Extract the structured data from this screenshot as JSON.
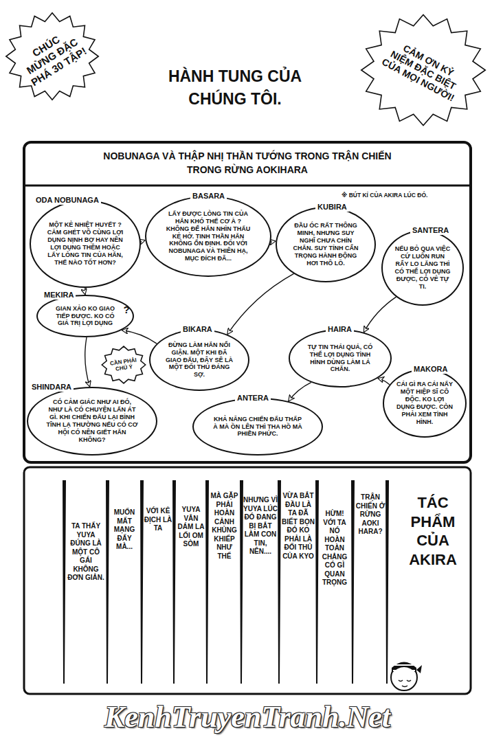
{
  "diagram": {
    "title": "HÀNH TUNG CỦA CHÚNG TÔI.",
    "nodes": [
      {
        "text": [
          "CHÚC MỪNG ĐẶC PHÁ 30 TẬP!"
        ]
      },
      {
        "text": [
          "CẢM ƠN KỶ NIỆM ĐẶC BIỆT CỦA MỌI NGƯỜI!"
        ]
      },
      {
        "text": [
          "NOBUNAGA VÀ THẬP NHỊ THẦN TƯỚNG TRONG TRẬN CHIẾN TRONG RỪNG AOKIHARA",
          "※ BÚT KÍ CỦA AKIRA LÚC ĐÓ."
        ]
      },
      {
        "text": [
          "ODA NOBUNAGA",
          "MỘT KẺ NHIỆT HUYẾT ? CĂM GHÉT VÔ CÙNG LỢI DỤNG NỊNH BỢ HAY NÊN LỢI DỤNG THÊM HOẶC LẤY LÒNG TIN CỦA HẮN, THẾ NÀO TỐT HƠN?"
        ],
        "in": 2
      },
      {
        "text": [
          "BASARA",
          "LẤY ĐƯỢC LÒNG TIN CỦA HẮN KHÓ THẾ CƠ À ? KHÔNG ĐỂ HẮN NHÌN THẤU KẺ HỞ. TINH THẦN HẮN KHÔNG ỔN ĐỊNH. ĐỐI VỚI NOBUNAGA VÀ THIÊN HẠ, MỤC ĐÍCH ĐÃ..."
        ],
        "in": 2
      },
      {
        "text": [
          "KUBIRA",
          "ĐẦU ÓC RẤT THÔNG MINH, NHƯNG SUY NGHĨ CHƯA CHÍN CHẮN. SUY TÍNH CẨN TRỌNG HÀNH ĐỘNG HƠI THÔ LỖ."
        ],
        "in": 2
      },
      {
        "text": [
          "SANTERA",
          "NẾU BỎ QUA VIỆC CỨ LUÔN RUN RẨY LO LẮNG THÌ CÓ THỂ LỢI DỤNG ĐƯỢC, CÓ VẺ TỰ TI."
        ],
        "in": 2
      },
      {
        "text": [
          "MEKIRA",
          "GIAN XẢO KO GIAO TIẾP ĐƯỢC. KO CÓ GIÁ TRỊ LỢI DỤNG"
        ],
        "in": 2
      },
      {
        "text": [
          "BIKARA",
          "ĐỪNG LÀM HẮN NỔI GIẬN. MỘT KHI ĐÃ GIAO ĐẤU, ĐÂY SẼ LÀ MỘT ĐỐI THỦ ĐÁNG SỢ."
        ],
        "in": 2
      },
      {
        "text": [
          "CẦN PHẢI CHÚ Ý"
        ],
        "in": 2
      },
      {
        "text": [
          "SHINDARA",
          "CÓ CẢM GIÁC NHƯ AI ĐÓ, NHƯ LÀ CÓ CHUYỆN LẤN ÁT GÌ. KHI CHIẾN ĐẤU LẠI BÌNH TĨNH LẠ THƯỜNG NẾU CÓ CƠ HỘI CÓ NÊN GIẾT HẮN KHÔNG?"
        ],
        "in": 2
      },
      {
        "text": [
          "HAIRA",
          "TỰ TIN THÁI QUÁ, CÓ THỂ LỢI DỤNG TÌNH HÌNH DÙNG LÀM LÁ CHẮN."
        ],
        "in": 2
      },
      {
        "text": [
          "MAKORA",
          "CÁI GÌ RA CÁI NẤY MỘT HIỆP SĨ CÔ ĐỘC. KO LỢI DỤNG ĐƯỢC. CÒN PHẢI XEM TÌNH HÌNH."
        ],
        "in": 2
      },
      {
        "text": [
          "ANTERA",
          "KHẢ NĂNG CHIẾN ĐẤU THẤP À MÀ ỒN LÊN THÌ THA HỒ MÀ PHIỀN PHỨC."
        ],
        "in": 2
      }
    ],
    "edges": [
      {
        "from": 3,
        "to": 4,
        "arrow": "to"
      },
      {
        "from": 4,
        "to": 5,
        "arrow": "to"
      },
      {
        "from": 5,
        "to": 8,
        "arrow": "to"
      },
      {
        "from": 3,
        "to": 7,
        "arrow": "to"
      },
      {
        "from": 7,
        "to": 10,
        "arrow": "to"
      },
      {
        "from": 6,
        "to": 11,
        "arrow": "to"
      },
      {
        "from": 11,
        "to": 13,
        "arrow": "to"
      },
      {
        "from": 12,
        "to": 11,
        "arrow": "to"
      },
      {
        "from": 8,
        "to": 7,
        "arrow": "to"
      }
    ],
    "labels": [
      "?",
      "TÁC PHẨM CỦA AKIRA",
      "TRẬN CHIẾN Ở RỪNG AOKI HARA?",
      "HỪM! VỚI TA NÓ HOÀN TOÀN CHẲNG CÓ GÌ QUAN TRỌNG",
      "VỪA BẮT ĐẦU LÀ TA ĐÃ BIẾT BỌN ĐÓ KO PHẢI LÀ ĐỐI THỦ CỦA KYO",
      "NHƯNG VÌ YUYA LÚC ĐÓ ĐANG BỊ BẮT LÀM CON TIN, NÊN....",
      "MÀ GẶP PHẢI HOÀN CẢNH KHỦNG KHIẾP NHƯ THẾ",
      "YUYA VẪN DÁM LA LỐI OM SÒM",
      "VỚI KẺ ĐỊCH LÀ TA",
      "MUỐN MẤT MẠNG ĐẤY MÀ...",
      "TA THẤY YUYA ĐÚNG LÀ MỘT CÔ GÁI KHÔNG ĐƠN GIẢN.",
      "KenhTruyenTranh.Net"
    ]
  }
}
